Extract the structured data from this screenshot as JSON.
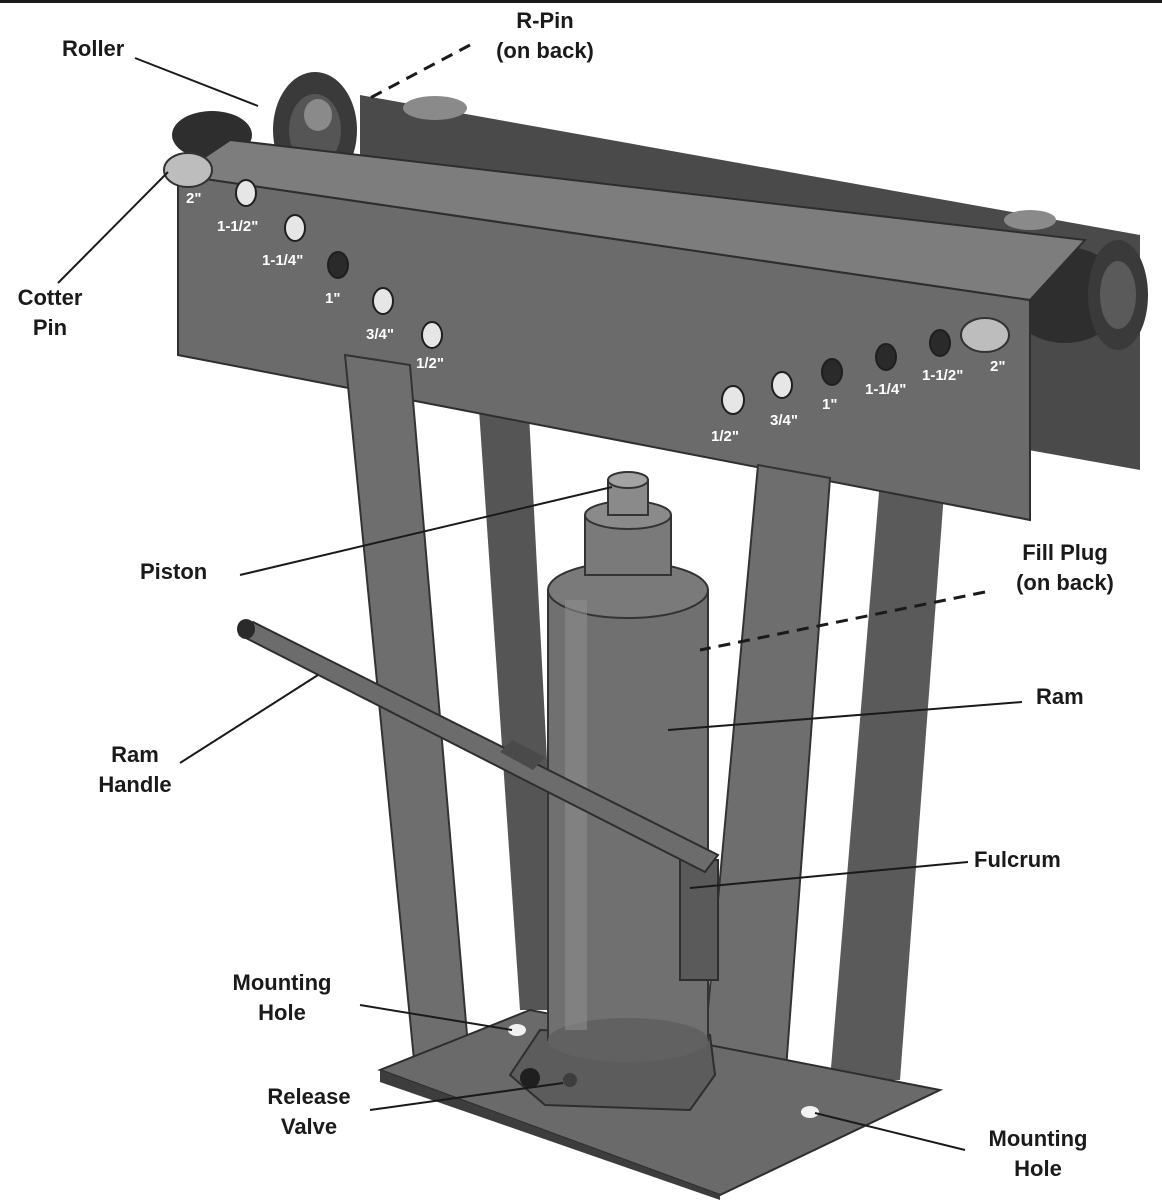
{
  "callouts": {
    "roller": "Roller",
    "r_pin": [
      "R-Pin",
      "(on back)"
    ],
    "cotter_pin": [
      "Cotter",
      "Pin"
    ],
    "piston": "Piston",
    "fill_plug": [
      "Fill Plug",
      "(on back)"
    ],
    "ram": "Ram",
    "ram_handle": [
      "Ram",
      "Handle"
    ],
    "fulcrum": "Fulcrum",
    "mounting_hole_left": [
      "Mounting",
      "Hole"
    ],
    "release_valve": [
      "Release",
      "Valve"
    ],
    "mounting_hole_right": [
      "Mounting",
      "Hole"
    ]
  },
  "hole_sizes": {
    "left": [
      "2\"",
      "1-1/2\"",
      "1-1/4\"",
      "1\"",
      "3/4\"",
      "1/2\""
    ],
    "right": [
      "1/2\"",
      "3/4\"",
      "1\"",
      "1-1/4\"",
      "1-1/2\"",
      "2\""
    ]
  },
  "colors": {
    "steel": "#6b6b6b",
    "steel_dark": "#3d3d3d",
    "steel_light": "#8f8f8f",
    "label_text": "#1a1a1a",
    "size_text": "#ffffff"
  }
}
